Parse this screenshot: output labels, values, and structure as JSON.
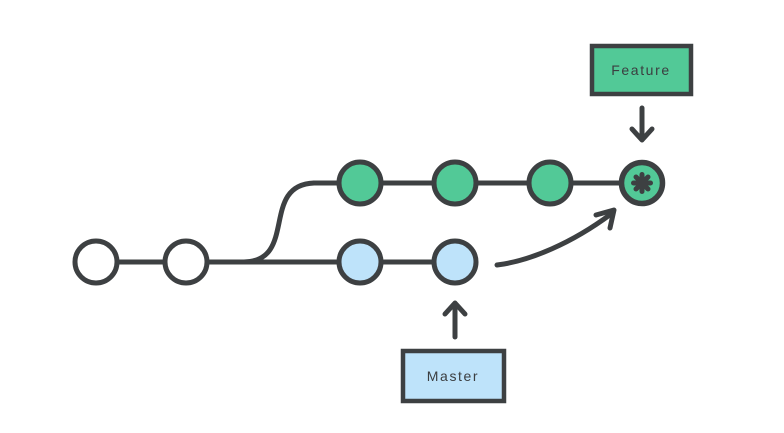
{
  "colors": {
    "background": "#ffffff",
    "line": "#3d4042",
    "green": "#52c997",
    "blue": "#bee3fa",
    "white": "#ffffff",
    "text": "#3b3e40"
  },
  "diagram": {
    "type": "git-branch-diagram",
    "feature_label": "Feature",
    "master_label": "Master",
    "nodes": {
      "trunk": [
        "white",
        "white"
      ],
      "master": [
        "blue",
        "blue"
      ],
      "feature": [
        "green",
        "green",
        "green",
        "green-asterisk"
      ]
    },
    "annotations": {
      "feature_pointer": "arrow-down-icon",
      "master_pointer": "arrow-up-icon",
      "merge_pointer": "curved-arrow-icon",
      "merge_target_glyph": "asterisk-icon"
    }
  }
}
